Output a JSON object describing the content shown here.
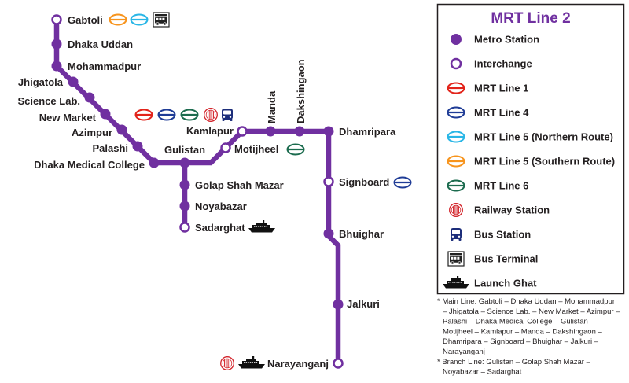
{
  "colors": {
    "mrt_line_2": "#7030a0",
    "mrt_line_1": "#e2231a",
    "mrt_line_4": "#1f3c96",
    "mrt_line_5_northern": "#29b6e6",
    "mrt_line_5_southern": "#f7941d",
    "mrt_line_6": "#1b6b4e",
    "railway": "#d3242b",
    "bus": "#1c2d7a"
  },
  "main_line": {
    "stations": [
      {
        "name": "Gabtoli",
        "marker": "interchange-icon",
        "connections": [
          "mrt-line-5-southern-icon",
          "mrt-line-5-northern-icon",
          "bus-terminal-icon"
        ]
      },
      {
        "name": "Dhaka Uddan",
        "marker": "metro-station-icon"
      },
      {
        "name": "Mohammadpur",
        "marker": "metro-station-icon"
      },
      {
        "name": "Jhigatola",
        "marker": "metro-station-icon"
      },
      {
        "name": "Science Lab.",
        "marker": "metro-station-icon"
      },
      {
        "name": "New Market",
        "marker": "metro-station-icon"
      },
      {
        "name": "Azimpur",
        "marker": "metro-station-icon"
      },
      {
        "name": "Palashi",
        "marker": "metro-station-icon"
      },
      {
        "name": "Dhaka Medical College",
        "marker": "metro-station-icon"
      },
      {
        "name": "Gulistan",
        "marker": "metro-station-icon"
      },
      {
        "name": "Motijheel",
        "marker": "interchange-icon",
        "connections": [
          "mrt-line-6-icon"
        ]
      },
      {
        "name": "Kamlapur",
        "marker": "interchange-icon",
        "connections": [
          "mrt-line-1-icon",
          "mrt-line-4-icon",
          "mrt-line-6-icon",
          "railway-station-icon",
          "bus-station-icon"
        ]
      },
      {
        "name": "Manda",
        "marker": "metro-station-icon"
      },
      {
        "name": "Dakshingaon",
        "marker": "metro-station-icon"
      },
      {
        "name": "Dhamripara",
        "marker": "metro-station-icon"
      },
      {
        "name": "Signboard",
        "marker": "interchange-icon",
        "connections": [
          "mrt-line-4-icon"
        ]
      },
      {
        "name": "Bhuighar",
        "marker": "metro-station-icon"
      },
      {
        "name": "Jalkuri",
        "marker": "metro-station-icon"
      },
      {
        "name": "Narayanganj",
        "marker": "interchange-icon",
        "connections": [
          "railway-station-icon",
          "launch-ghat-icon"
        ]
      }
    ]
  },
  "branch_line": {
    "stations": [
      {
        "name": "Golap Shah Mazar",
        "marker": "metro-station-icon"
      },
      {
        "name": "Noyabazar",
        "marker": "metro-station-icon"
      },
      {
        "name": "Sadarghat",
        "marker": "interchange-icon",
        "connections": [
          "launch-ghat-icon"
        ]
      }
    ]
  },
  "legend": {
    "title": "MRT Line 2",
    "items": [
      {
        "label": "Metro Station",
        "icon": "metro-station-icon"
      },
      {
        "label": "Interchange",
        "icon": "interchange-icon"
      },
      {
        "label": "MRT Line 1",
        "icon": "mrt-line-1-icon"
      },
      {
        "label": "MRT Line 4",
        "icon": "mrt-line-4-icon"
      },
      {
        "label": "MRT Line 5 (Northern Route)",
        "icon": "mrt-line-5-northern-icon"
      },
      {
        "label": "MRT Line 5 (Southern Route)",
        "icon": "mrt-line-5-southern-icon"
      },
      {
        "label": "MRT Line 6",
        "icon": "mrt-line-6-icon"
      },
      {
        "label": "Railway Station",
        "icon": "railway-station-icon"
      },
      {
        "label": "Bus Station",
        "icon": "bus-station-icon"
      },
      {
        "label": "Bus Terminal",
        "icon": "bus-terminal-icon"
      },
      {
        "label": "Launch Ghat",
        "icon": "launch-ghat-icon"
      }
    ]
  },
  "notes": [
    {
      "lines": [
        "* Main Line: Gabtoli – Dhaka Uddan – Mohammadpur",
        "– Jhigatola – Science Lab. – New Market – Azimpur –",
        "Palashi – Dhaka Medical College – Gulistan –",
        "Motijheel – Kamlapur – Manda – Dakshingaon –",
        "Dhamripara – Signboard – Bhuighar – Jalkuri –",
        "Narayanganj"
      ]
    },
    {
      "lines": [
        "* Branch Line: Gulistan – Golap Shah Mazar –",
        "Noyabazar – Sadarghat"
      ]
    }
  ]
}
